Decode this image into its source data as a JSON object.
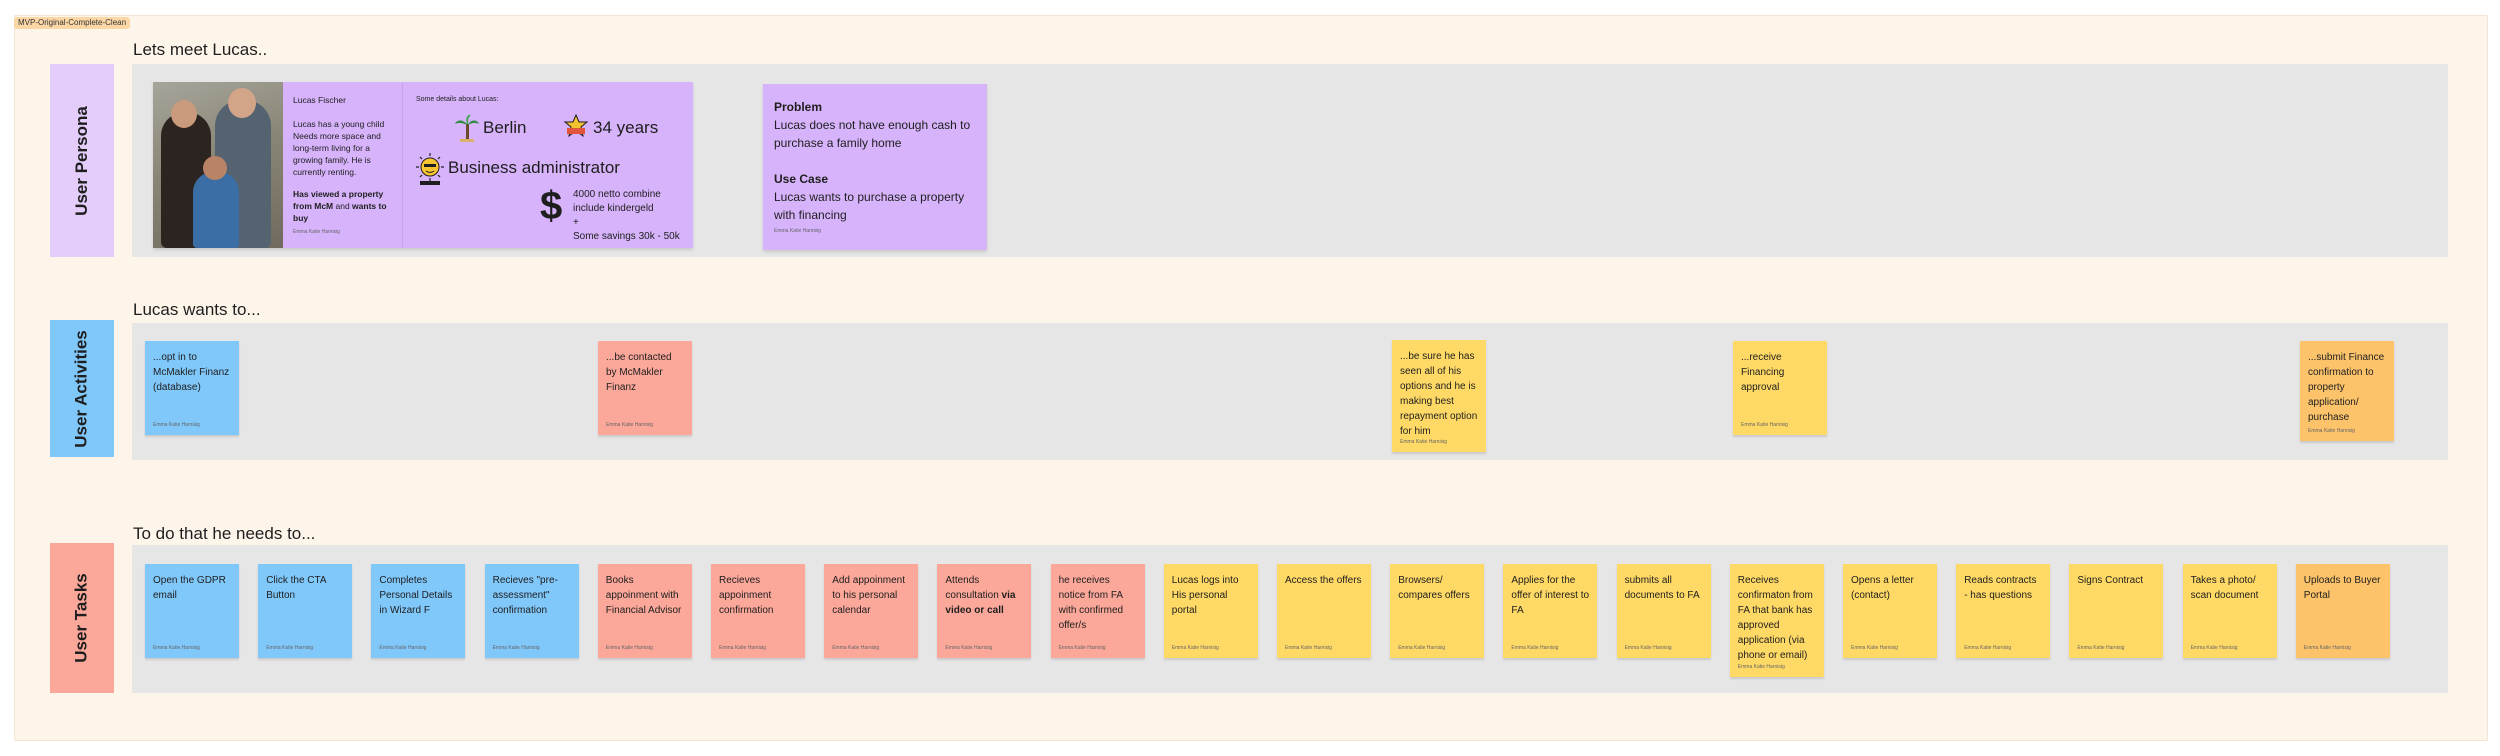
{
  "frame": {
    "title": "MVP-Original-Complete-Clean"
  },
  "sections": {
    "persona": {
      "side_label": "User Persona",
      "title": "Lets meet Lucas..",
      "color": "#e5cdfb"
    },
    "activities": {
      "side_label": "User Activities",
      "title": "Lucas wants to...",
      "color": "#80c7fa"
    },
    "tasks": {
      "side_label": "User Tasks",
      "title": "To do that he needs to...",
      "color": "#fba79a"
    }
  },
  "persona_card": {
    "name": "Lucas Fischer",
    "description": "Lucas has a young child Needs more space and long-term living for a growing family. He is currently renting.",
    "viewed_bold1": "Has viewed a property from McM",
    "viewed_and": " and ",
    "viewed_bold2": "wants to buy",
    "author": "Emma Katie Harnisig",
    "details_header": "Some details about Lucas:",
    "city": "Berlin",
    "age": "34 years",
    "job": "Business administrator",
    "money": "4000 netto combine\ninclude kindergeld\n+\nSome savings 30k - 50k",
    "icons": {
      "city": "palm-tree-icon",
      "age": "age-badge-icon",
      "job": "sun-sticker-icon",
      "money": "dollar-icon"
    }
  },
  "problem_card": {
    "problem_label": "Problem",
    "problem_text": "Lucas does not have enough cash to purchase a family home",
    "usecase_label": "Use Case",
    "usecase_text": "Lucas wants to purchase a property with financing",
    "author": "Emma Katie Harnisig"
  },
  "sticky_author": "Emma Katie Harnisig",
  "activities": [
    {
      "text": "...opt in to McMakler Finanz (database)",
      "color": "blue"
    },
    {
      "text": "...be contacted by McMakler Finanz",
      "color": "salmon"
    },
    {
      "text": "...be sure he has seen all of his options and he is making best repayment option for him",
      "color": "yellow"
    },
    {
      "text": "...receive Financing approval",
      "color": "yellow"
    },
    {
      "text": "...submit Finance confirmation to property application/ purchase",
      "color": "orange"
    }
  ],
  "tasks": [
    {
      "text": "Open the GDPR email",
      "color": "blue"
    },
    {
      "text": "Click the CTA Button",
      "color": "blue"
    },
    {
      "text": "Completes Personal Details in Wizard F",
      "color": "blue"
    },
    {
      "text": "Recieves \"pre-assessment\" confirmation",
      "color": "blue"
    },
    {
      "text": "Books appoinment with Financial Advisor",
      "color": "salmon"
    },
    {
      "text": "Recieves appoinment confirmation",
      "color": "salmon"
    },
    {
      "text": "Add appoinment to his personal calendar",
      "color": "salmon"
    },
    {
      "text": "Attends consultation ",
      "bold": "via video or call",
      "color": "salmon"
    },
    {
      "text": "he receives notice from FA with confirmed offer/s",
      "color": "salmon"
    },
    {
      "text": "Lucas logs into His personal portal",
      "color": "yellow"
    },
    {
      "text": "Access the offers",
      "color": "yellow"
    },
    {
      "text": "Browsers/ compares offers",
      "color": "yellow"
    },
    {
      "text": "Applies for the offer of interest to FA",
      "color": "yellow"
    },
    {
      "text": "submits all documents to FA",
      "color": "yellow"
    },
    {
      "text": "Receives confirmaton from FA that bank has approved application (via phone or email)",
      "color": "yellow"
    },
    {
      "text": "Opens a letter (contact)",
      "color": "yellow"
    },
    {
      "text": "Reads contracts - has questions",
      "color": "yellow"
    },
    {
      "text": "Signs Contract",
      "color": "yellow"
    },
    {
      "text": "Takes a photo/ scan document",
      "color": "yellow"
    },
    {
      "text": "Uploads to Buyer Portal",
      "color": "orange"
    }
  ]
}
